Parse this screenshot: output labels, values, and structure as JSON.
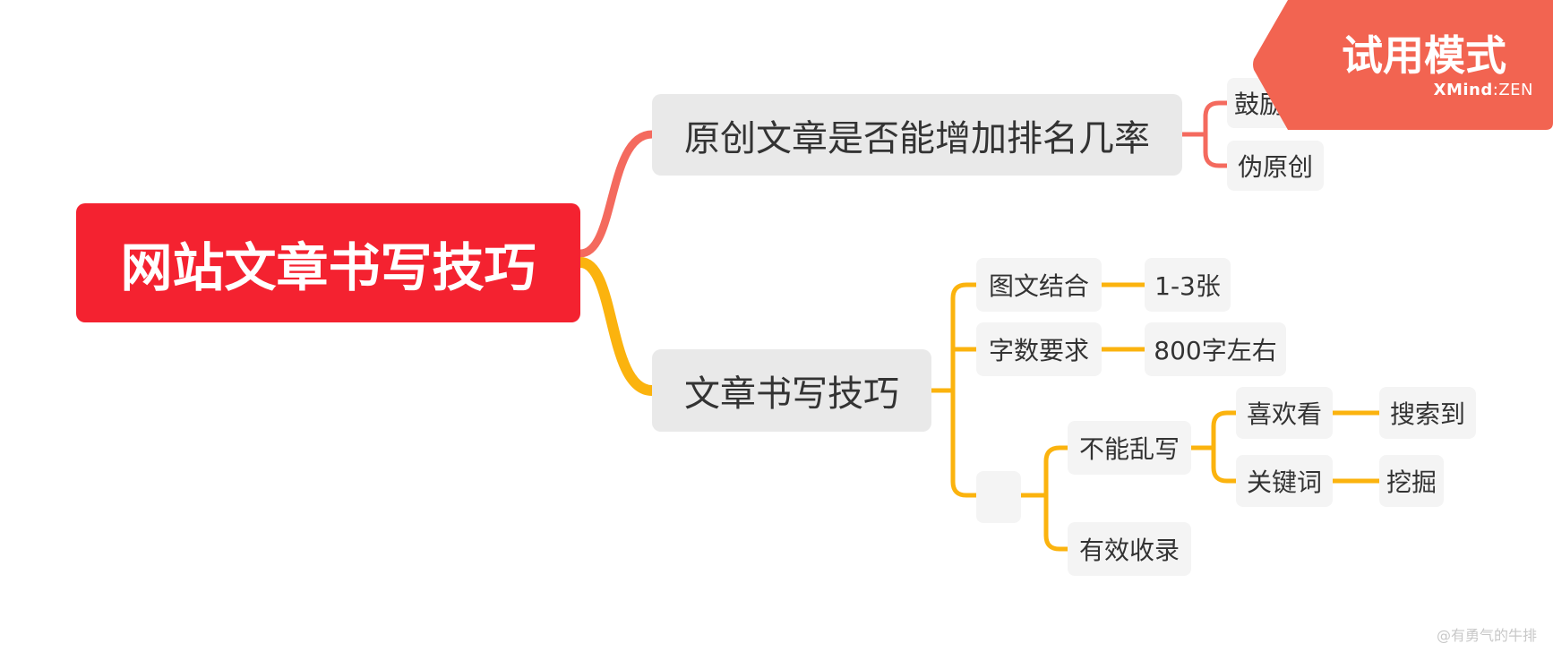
{
  "colors": {
    "root_fill": "#f42230",
    "branch_red": "#f46a5e",
    "branch_yellow": "#fbb30e",
    "node_fill": "#f4f4f4",
    "main_fill": "#e9e9e9",
    "trial_badge": "#f26451"
  },
  "root": {
    "label": "网站文章书写技巧"
  },
  "branches": [
    {
      "label": "原创文章是否能增加排名几率",
      "children": [
        {
          "label": "鼓励原创"
        },
        {
          "label": "伪原创"
        }
      ]
    },
    {
      "label": "文章书写技巧",
      "children": [
        {
          "label": "图文结合",
          "children": [
            {
              "label": "1-3张"
            }
          ]
        },
        {
          "label": "字数要求",
          "children": [
            {
              "label": "800字左右"
            }
          ]
        },
        {
          "label": "",
          "children": [
            {
              "label": "不能乱写",
              "children": [
                {
                  "label": "喜欢看",
                  "children": [
                    {
                      "label": "搜索到"
                    }
                  ]
                },
                {
                  "label": "关键词",
                  "children": [
                    {
                      "label": "挖掘"
                    }
                  ]
                }
              ]
            },
            {
              "label": "有效收录"
            }
          ]
        }
      ]
    }
  ],
  "trial_badge": {
    "title": "试用模式",
    "brand_bold": "XMind",
    "brand_sep": ":",
    "brand_rest": "ZEN"
  },
  "watermark": "@有勇气的牛排"
}
